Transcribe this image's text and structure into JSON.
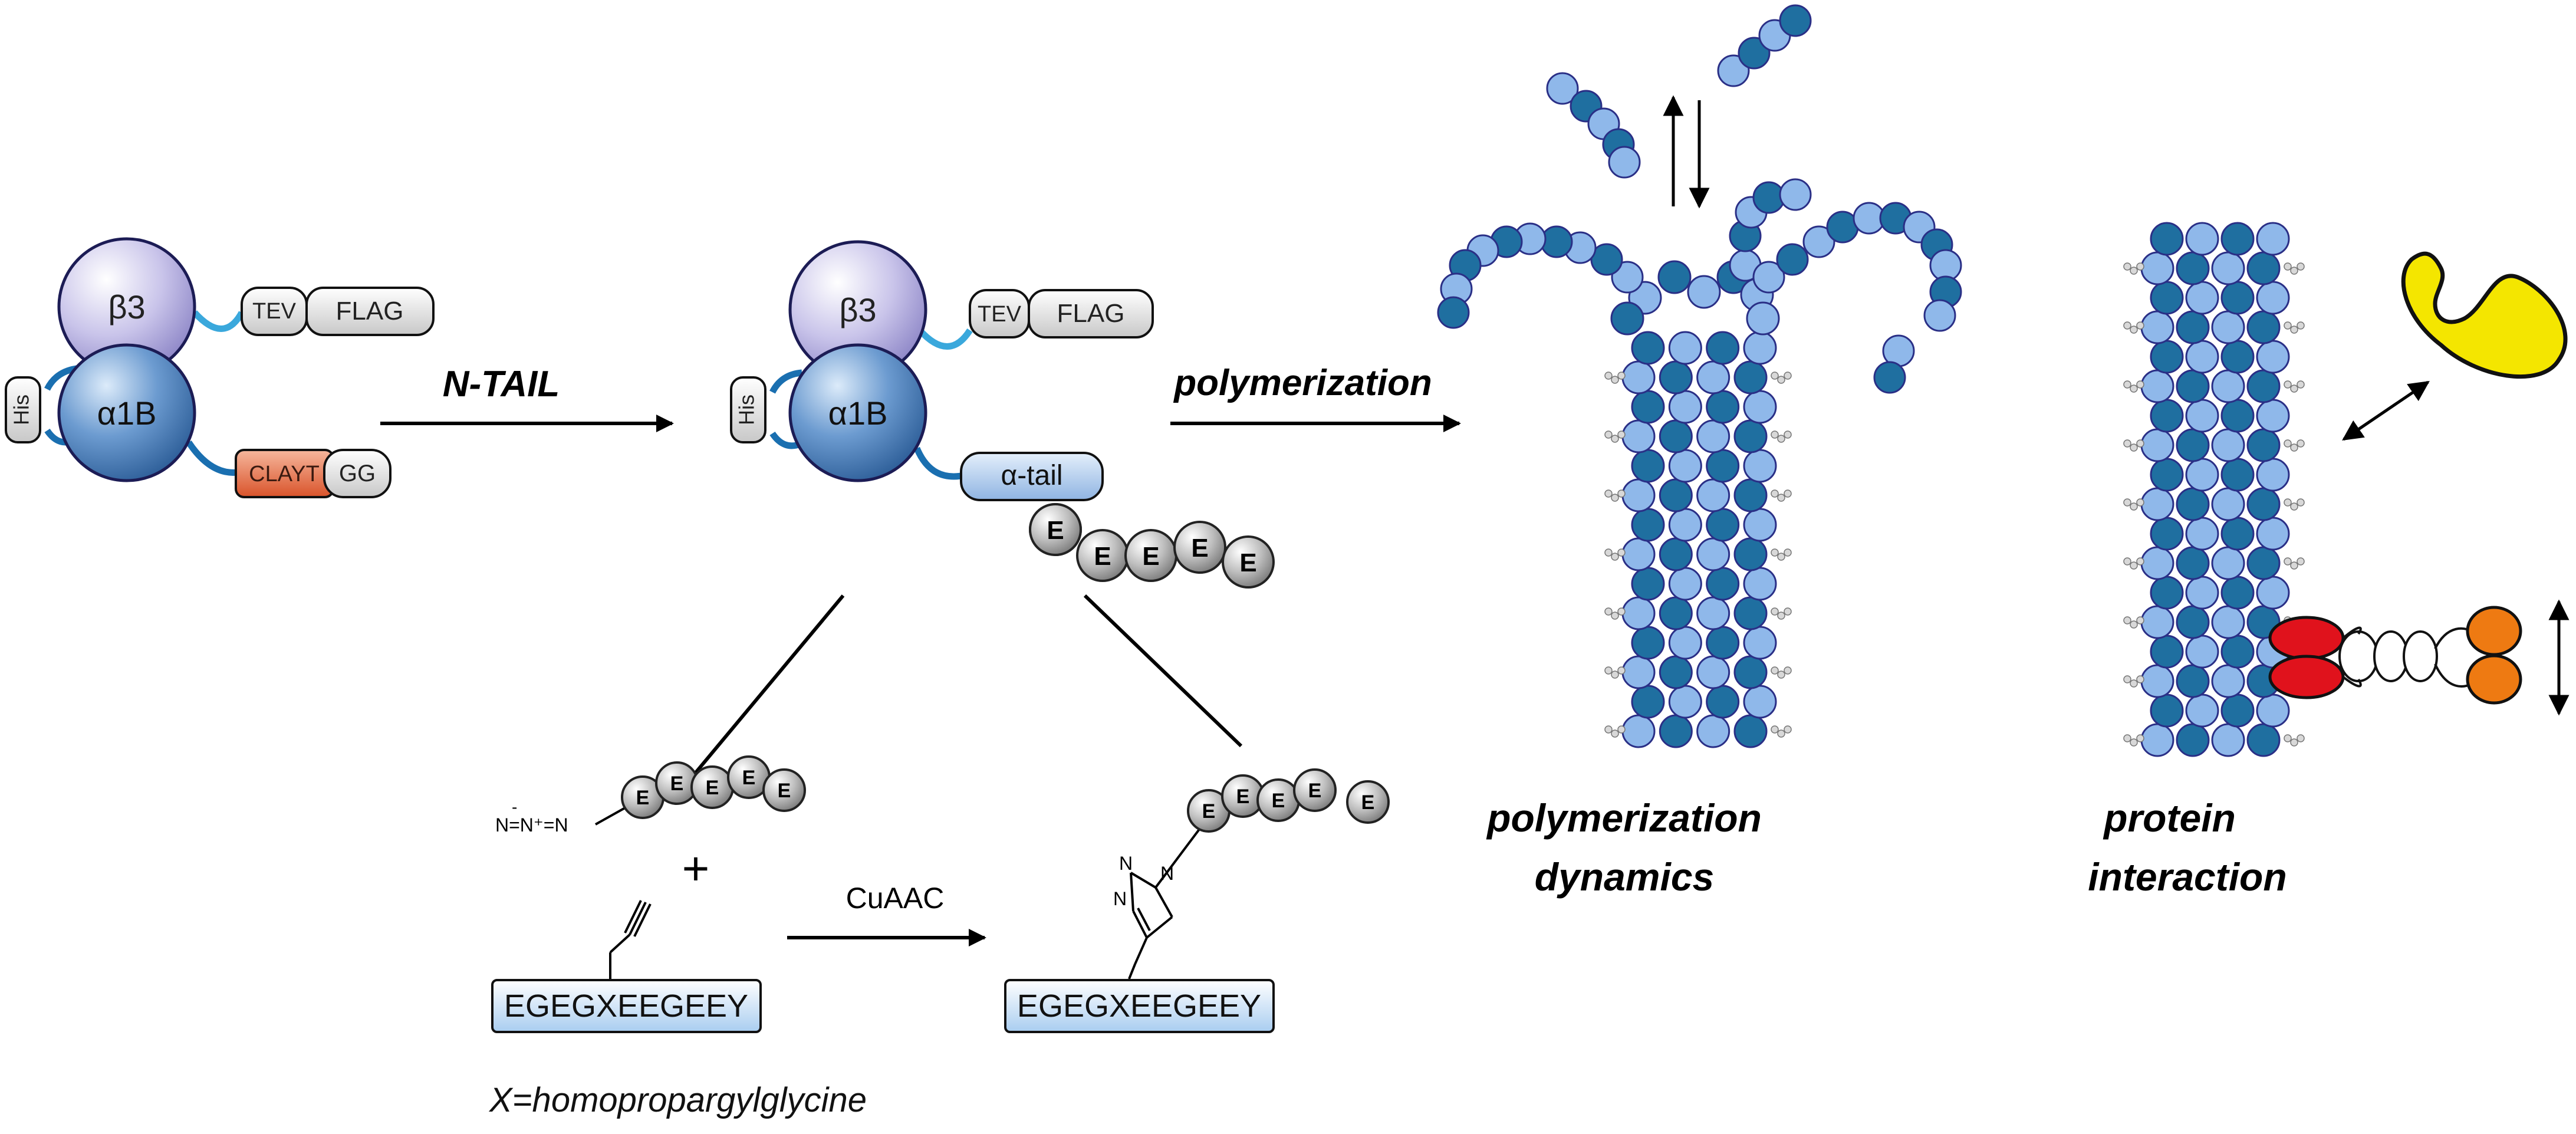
{
  "construct": {
    "beta": "β3",
    "alpha": "α1B",
    "his": "His",
    "tev": "TEV",
    "flag": "FLAG",
    "clayt": "CLAYT",
    "gg": "GG",
    "alpha_tail": "α-tail",
    "e_residue": "E"
  },
  "steps": {
    "ntail": "N-TAIL",
    "polymerization": "polymerization",
    "cuaac": "CuAAC",
    "plus": "+"
  },
  "chemistry": {
    "azide": "N=N⁺=N",
    "azide_minus": "-",
    "triazole_n1": "N",
    "triazole_n2": "N",
    "triazole_n3": "N",
    "peptide": "EGEGXEEGEEY",
    "footnote": "X=homopropargylglycine"
  },
  "outcomes": {
    "dynamics_1": "polymerization",
    "dynamics_2": "dynamics",
    "interaction_1": "protein",
    "interaction_2": "interaction"
  },
  "colors": {
    "beta": "#c7c3e8",
    "alpha": "#5a8cc4",
    "tag": "#d9d9d9",
    "clayt": "#e36a3c",
    "tail": "#9bbfe8",
    "pep": "#b9d6f2",
    "tub_light": "#8fb8ea",
    "tub_dark": "#1f6fa0",
    "outline": "#2a2f86",
    "yellow": "#f4e600",
    "red": "#e0121c",
    "orange": "#ee7a12"
  }
}
